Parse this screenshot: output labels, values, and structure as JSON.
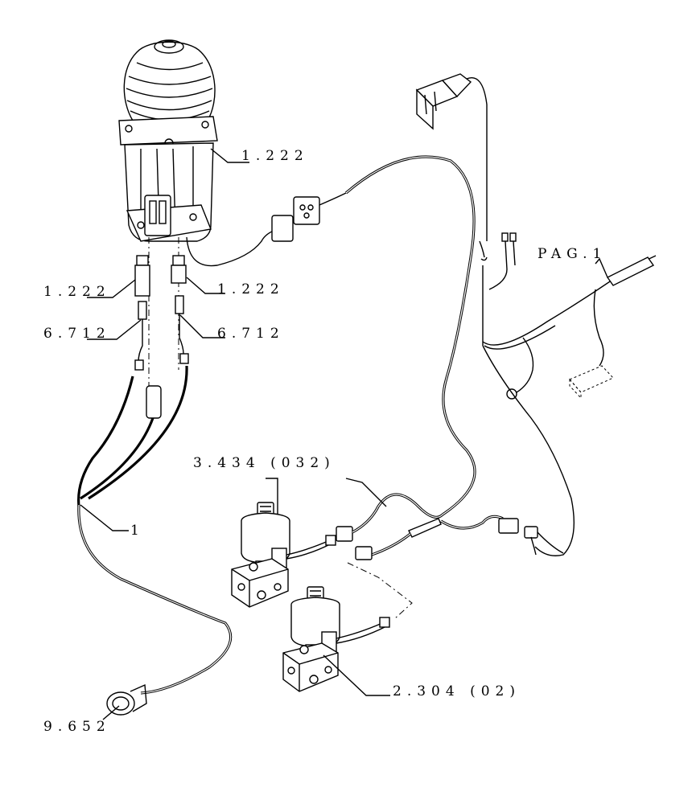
{
  "diagram": {
    "callouts": {
      "joystick_body": "1.222",
      "left_adapter": "1.222",
      "right_adapter": "1.222",
      "left_sensor": "6.712",
      "right_sensor": "6.712",
      "harness_main": "1",
      "round_connector": "9.652",
      "upper_valve": "3.434 (032)",
      "lower_valve": "2.304 (02)",
      "page_ref": "PAG.1"
    }
  }
}
